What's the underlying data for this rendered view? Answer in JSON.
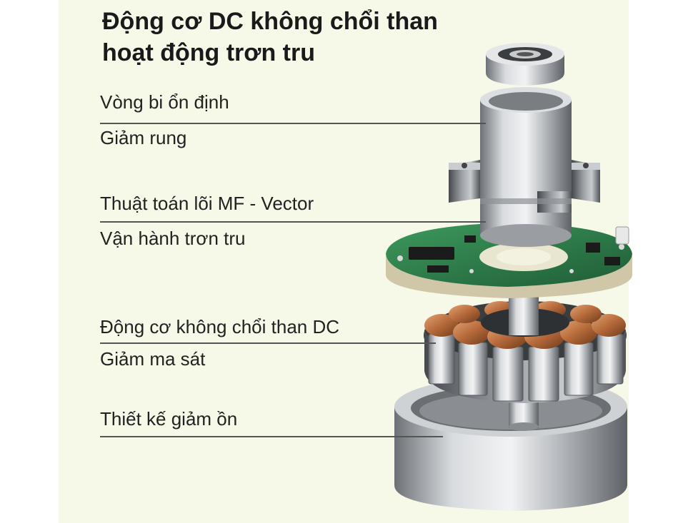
{
  "title": {
    "line1": "Động cơ DC không chổi than",
    "line2": "hoạt động trơn tru"
  },
  "callouts": [
    {
      "label": "Vòng bi ổn định"
    },
    {
      "label": "Giảm rung"
    },
    {
      "label": "Thuật toán lõi MF - Vector"
    },
    {
      "label": "Vận hành trơn tru"
    },
    {
      "label": "Động cơ không chổi than DC"
    },
    {
      "label": "Giảm ma sát"
    },
    {
      "label": "Thiết kế giảm ồn"
    }
  ],
  "colors": {
    "background": "#f6f8e8",
    "title": "#1a1a1a",
    "pcb": "#2f7a4a",
    "copper": "#b5693a",
    "metal": "#b9bcc0"
  }
}
